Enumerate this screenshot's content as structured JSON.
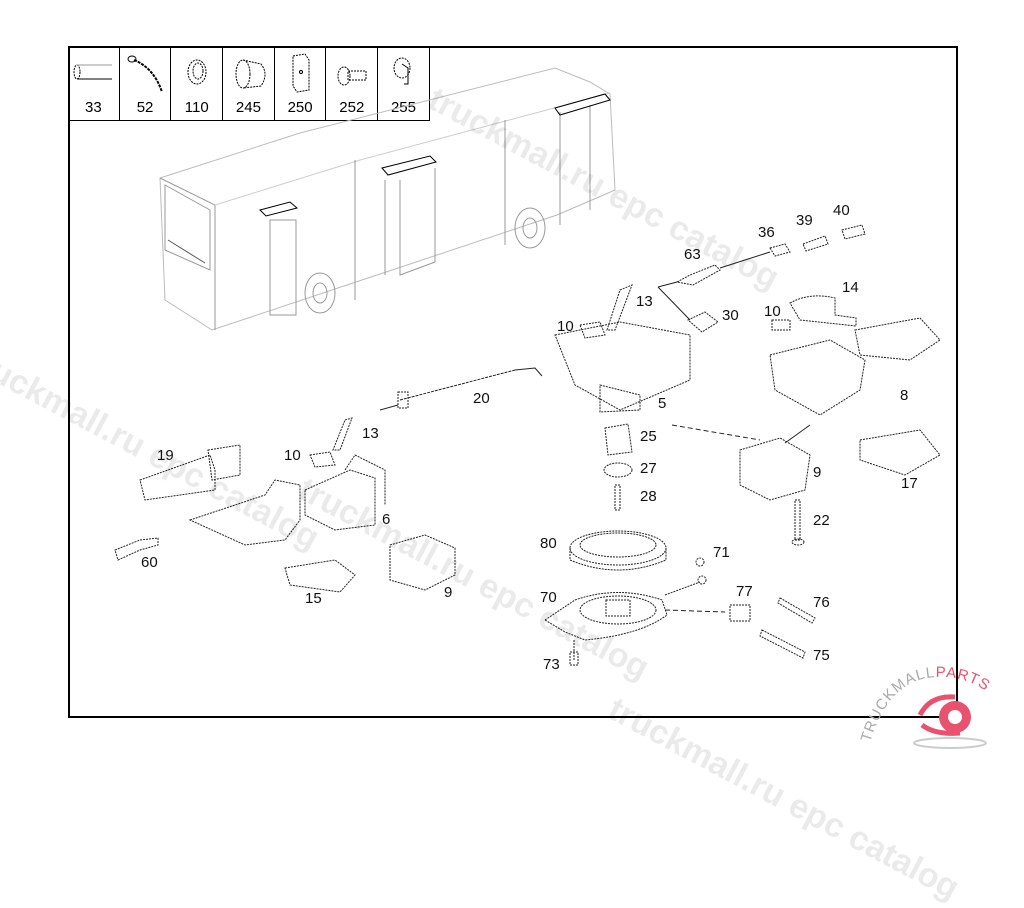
{
  "legend": {
    "items": [
      {
        "part_no": "33",
        "icon": "sleeve-tube-icon"
      },
      {
        "part_no": "52",
        "icon": "cable-tie-icon"
      },
      {
        "part_no": "110",
        "icon": "grommet-ring-icon"
      },
      {
        "part_no": "245",
        "icon": "rubber-grommet-icon"
      },
      {
        "part_no": "250",
        "icon": "plate-nut-icon"
      },
      {
        "part_no": "252",
        "icon": "bolt-icon"
      },
      {
        "part_no": "255",
        "icon": "clip-nut-icon"
      }
    ]
  },
  "callouts": {
    "c63": "63",
    "c36": "36",
    "c39": "39",
    "c40": "40",
    "c14": "14",
    "c13a": "13",
    "c10a": "10",
    "c30": "30",
    "c10b": "10",
    "c8": "8",
    "c5": "5",
    "c20": "20",
    "c25": "25",
    "c27": "27",
    "c28": "28",
    "c9a": "9",
    "c22": "22",
    "c17": "17",
    "c13b": "13",
    "c10c": "10",
    "c19": "19",
    "c6": "6",
    "c60": "60",
    "c15": "15",
    "c9b": "9",
    "c80": "80",
    "c71": "71",
    "c70": "70",
    "c77": "77",
    "c76": "76",
    "c75": "75",
    "c73": "73"
  },
  "watermarks": [
    "truckmall.ru epc catalog",
    "truckmall.ru epc catalog",
    "truckmall.ru epc catalog",
    "truckmall.ru epc catalog"
  ],
  "logo": {
    "text": "TRUCKMALLPARTS",
    "text_dark": "TRUCKMALL",
    "text_accent": "PARTS",
    "accent_color": "#e8526e"
  }
}
